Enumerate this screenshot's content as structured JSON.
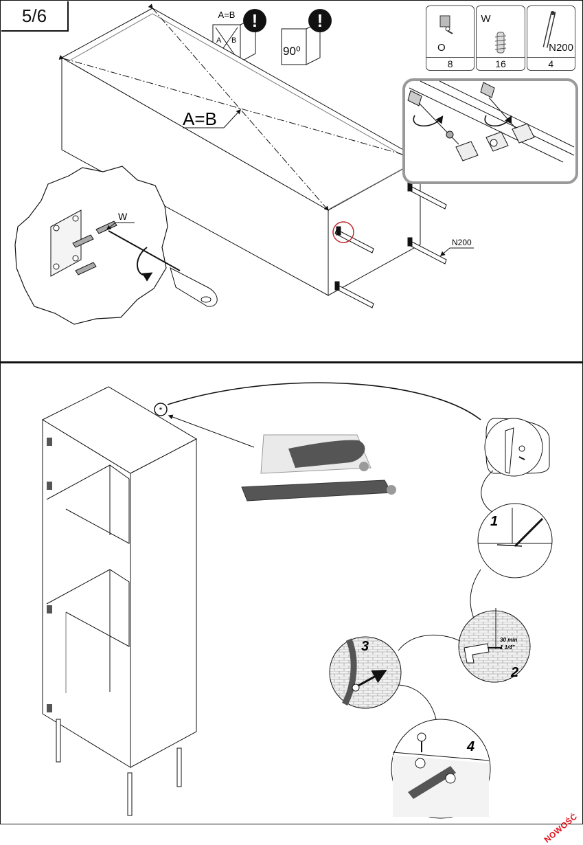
{
  "step": {
    "label": "5/6"
  },
  "checks": {
    "diagonal_box_title": "A=B",
    "diagonal_box_a": "A",
    "diagonal_box_b": "B",
    "angle_label": "90⁰",
    "alert": "!"
  },
  "parts": [
    {
      "code": "O",
      "qty": "8",
      "icon": "cam-lock-icon"
    },
    {
      "code": "W",
      "qty": "16",
      "icon": "dowel-icon"
    },
    {
      "code": "N200",
      "qty": "4",
      "icon": "leg-icon"
    }
  ],
  "top_diagram": {
    "diagonal_label": "A=B",
    "screw_label": "W",
    "leg_label": "N200"
  },
  "bottom_diagram": {
    "marker": "*",
    "steps": [
      "1",
      "2",
      "3",
      "4"
    ],
    "drill_note_1": "30 min",
    "drill_note_2": "1 1/4\""
  },
  "badge": {
    "text": "NOWOŚĆ",
    "color": "#e0101a"
  }
}
